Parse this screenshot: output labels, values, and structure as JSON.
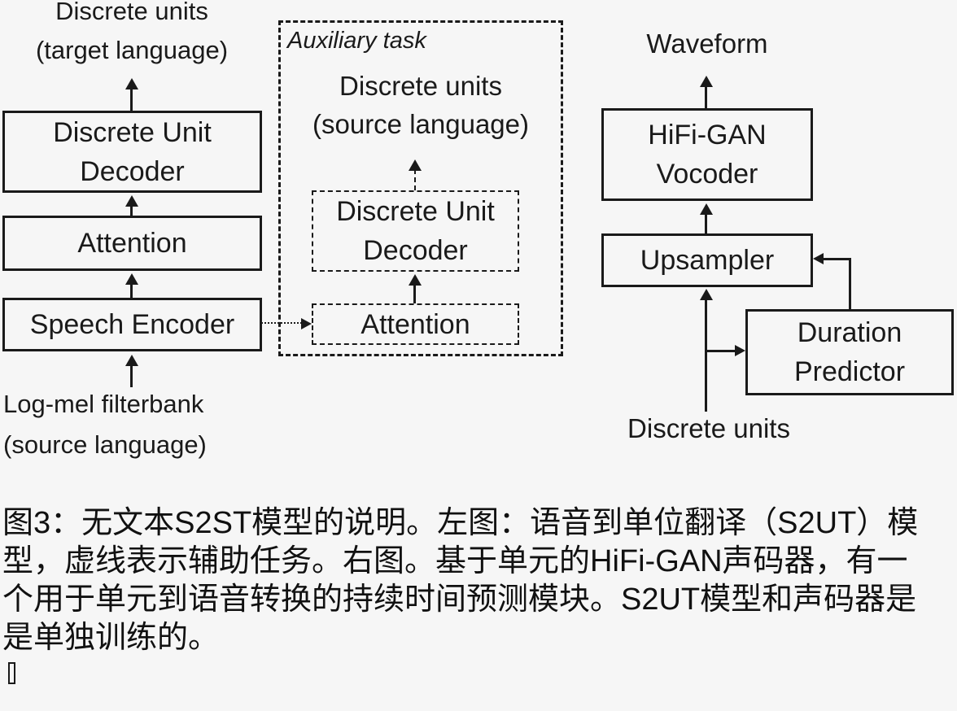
{
  "colors": {
    "ink": "#1a1a1a",
    "background": "#f6f6f6"
  },
  "left": {
    "top_label_l1": "Discrete units",
    "top_label_l2": "(target language)",
    "decoder_l1": "Discrete Unit",
    "decoder_l2": "Decoder",
    "attention": "Attention",
    "encoder": "Speech Encoder",
    "bottom_label_l1": "Log-mel filterbank",
    "bottom_label_l2": "(source language)"
  },
  "aux": {
    "title": "Auxiliary task",
    "units_l1": "Discrete units",
    "units_l2": "(source language)",
    "decoder_l1": "Discrete Unit",
    "decoder_l2": "Decoder",
    "attention": "Attention"
  },
  "vocoder": {
    "waveform": "Waveform",
    "hifigan_l1": "HiFi-GAN",
    "hifigan_l2": "Vocoder",
    "upsampler": "Upsampler",
    "duration_l1": "Duration",
    "duration_l2": "Predictor",
    "units": "Discrete units"
  },
  "caption": {
    "line1": "图3：无文本S2ST模型的说明。左图：语音到单位翻译（S2UT）模",
    "line2": "型，虚线表示辅助任务。右图。基于单元的HiFi-GAN声码器，有一",
    "line3": "个用于单元到语音转换的持续时间预测模块。S2UT模型和声码器是",
    "line4": "是单独训练的。",
    "missing_glyph": "□"
  }
}
